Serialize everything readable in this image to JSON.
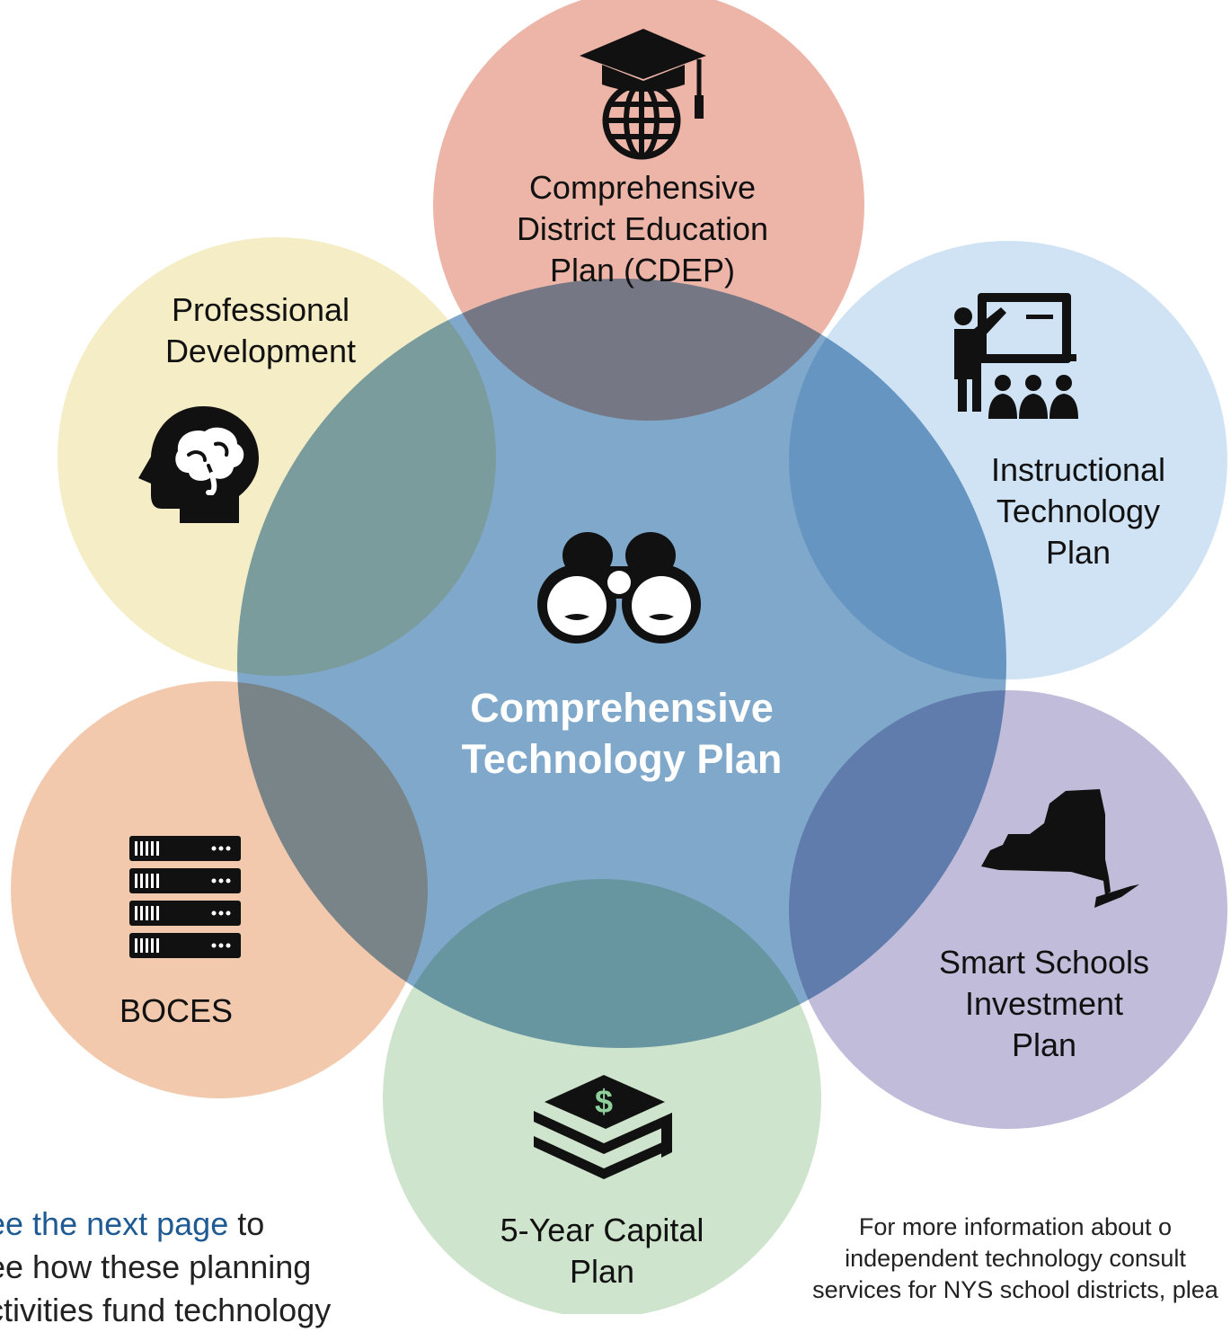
{
  "center": {
    "title_line1": "Comprehensive",
    "title_line2": "Technology Plan",
    "icon": "binoculars-icon",
    "color": "#7fa8ca"
  },
  "petals": {
    "cdep": {
      "line1": "Comprehensive",
      "line2": "District Education",
      "line3": "Plan (CDEP)",
      "icon": "graduation-globe-icon",
      "color": "#edb5a8"
    },
    "professional_development": {
      "line1": "Professional",
      "line2": "Development",
      "icon": "head-brain-icon",
      "color": "#f4edc6"
    },
    "instructional_technology": {
      "line1": "Instructional",
      "line2": "Technology",
      "line3": "Plan",
      "icon": "teacher-classroom-icon",
      "color": "#cfe3f4"
    },
    "smart_schools": {
      "line1": "Smart Schools",
      "line2": "Investment",
      "line3": "Plan",
      "icon": "new-york-state-icon",
      "color": "#c0bcd9"
    },
    "capital_plan": {
      "line1": "5-Year Capital",
      "line2": "Plan",
      "icon": "money-books-icon",
      "color": "#cfe4cc"
    },
    "boces": {
      "line1": "BOCES",
      "icon": "server-rack-icon",
      "color": "#f2c9ad"
    }
  },
  "footer": {
    "left_link": "ee the next page",
    "left_line1_rest": " to",
    "left_line2": "ee how these planning",
    "left_line3": "ctivities fund technology",
    "right_line1": "For more information about o",
    "right_line2": "independent technology consult",
    "right_line3": "services for NYS school districts, plea"
  }
}
